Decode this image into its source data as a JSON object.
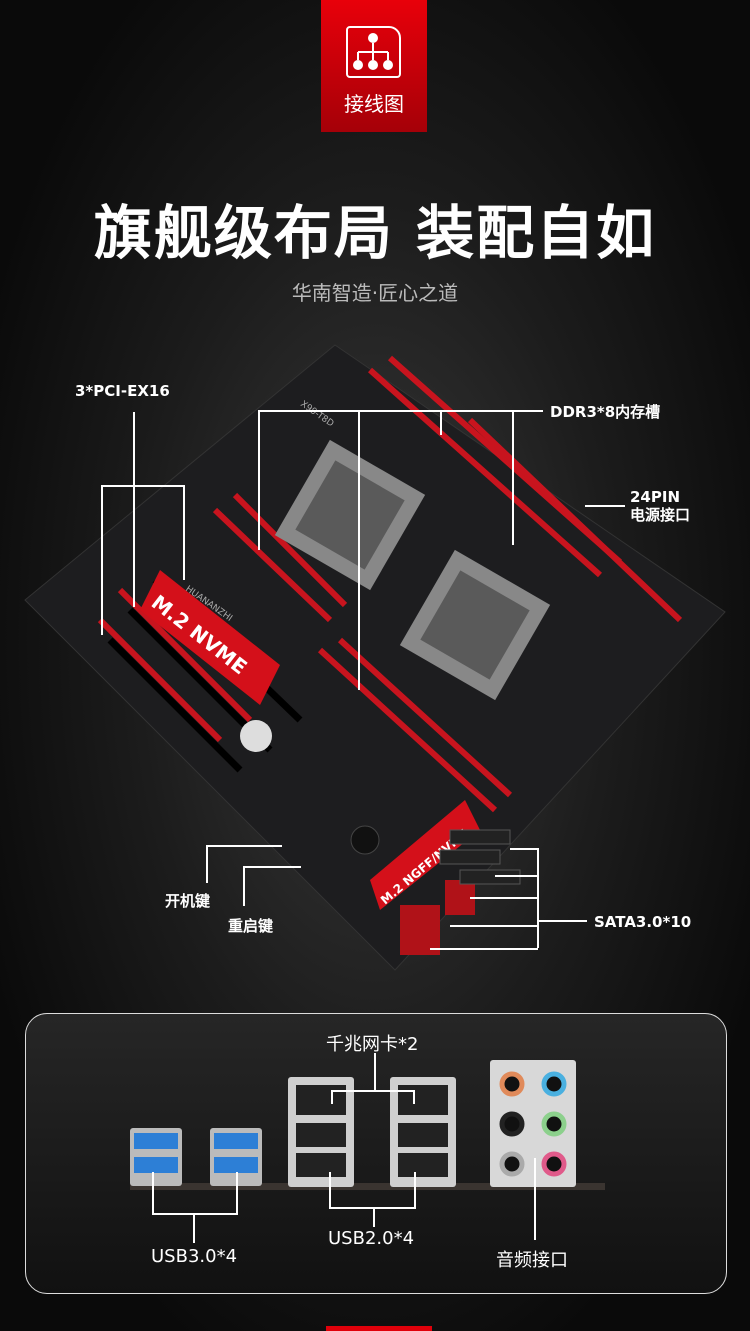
{
  "badge": {
    "label": "接线图",
    "icon": "hierarchy-icon"
  },
  "headline": "旗舰级布局 装配自如",
  "subtitle": "华南智造·匠心之道",
  "board": {
    "m2_top": "M.2 NVME",
    "m2_bottom": "M.2 NGFF/NVME",
    "model": "X99-T8D",
    "brand": "HUANANZHI"
  },
  "labels": {
    "pcie": "3*PCI-EX16",
    "ddr": "DDR3*8内存槽",
    "pin24_1": "24PIN",
    "pin24_2": "电源接口",
    "power": "开机键",
    "reset": "重启键",
    "sata": "SATA3.0*10"
  },
  "io": {
    "lan": "千兆网卡*2",
    "usb3": "USB3.0*4",
    "usb2": "USB2.0*4",
    "audio": "音频接口"
  },
  "colors": {
    "accent": "#e0000a",
    "slot": "#c8141e"
  }
}
